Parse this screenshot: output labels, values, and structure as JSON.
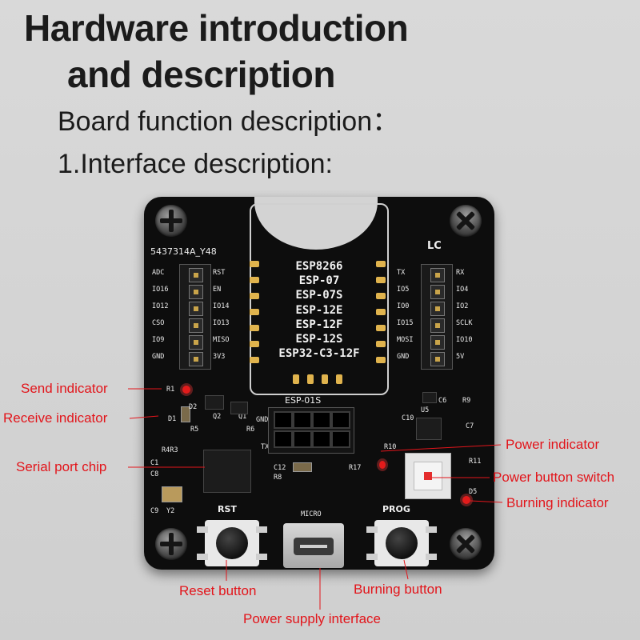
{
  "page": {
    "title_line1": "Hardware introduction",
    "title_line2": "and description",
    "subtitle1": "Board function description：",
    "subtitle2": "1.Interface description:"
  },
  "board": {
    "part_number": "5437314A_Y48",
    "logo": "LC",
    "chip_labels": [
      "ESP8266",
      "ESP-07",
      "ESP-07S",
      "ESP-12E",
      "ESP-12F",
      "ESP-12S",
      "ESP32-C3-12F"
    ],
    "left_header_labels_outer": [
      "ADC",
      "IO16",
      "IO12",
      "CSO",
      "IO9",
      "GND"
    ],
    "left_header_labels_inner": [
      "RST",
      "EN",
      "IO14",
      "IO13",
      "MISO",
      "3V3"
    ],
    "right_header_labels_inner": [
      "TX",
      "IO5",
      "IO0",
      "IO15",
      "MOSI",
      "GND"
    ],
    "right_header_labels_outer": [
      "RX",
      "IO4",
      "IO2",
      "SCLK",
      "IO10",
      "5V"
    ],
    "esp01s_label": "ESP-01S",
    "rst_label": "RST",
    "prog_label": "PROG",
    "micro_label": "MICRO",
    "component_labels": {
      "r1": "R1",
      "d2": "D2",
      "q2": "Q2",
      "d1": "D1",
      "q1": "Q1",
      "r5": "R5",
      "r6": "R6",
      "r4r3": "R4R3",
      "c1": "C1",
      "c8": "C8",
      "c9": "C9",
      "y2": "Y2",
      "c12": "C12",
      "r8": "R8",
      "r17": "R17",
      "c6": "C6",
      "r9": "R9",
      "c10": "C10",
      "u5": "U5",
      "c7": "C7",
      "r10": "R10",
      "r11": "R11",
      "d5": "D5",
      "gnd": "GND",
      "tx": "TX"
    }
  },
  "callouts": {
    "send_indicator": "Send indicator",
    "receive_indicator": "Receive indicator",
    "serial_port_chip": "Serial port chip",
    "power_indicator": "Power indicator",
    "power_button_switch": "Power button switch",
    "burning_indicator": "Burning indicator",
    "reset_button": "Reset button",
    "burning_button": "Burning button",
    "power_supply_interface": "Power supply interface"
  },
  "colors": {
    "callout_red": "#e2151b",
    "board_black": "#0d0d0d",
    "pin_gold": "#c9a44a",
    "led_red": "#e31b1b"
  }
}
